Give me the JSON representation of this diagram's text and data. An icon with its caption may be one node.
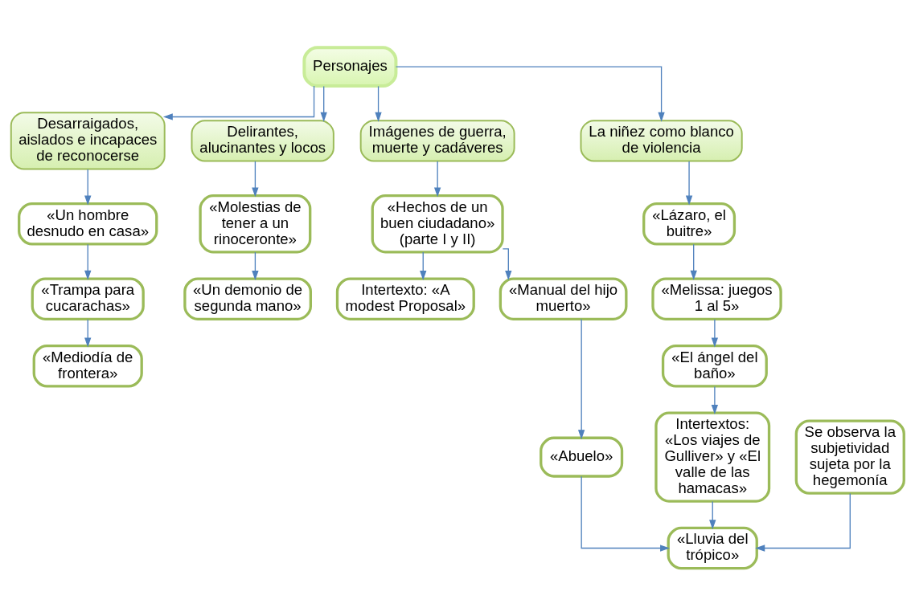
{
  "diagram": {
    "nodes": [
      {
        "text": [
          "Personajes"
        ]
      },
      {
        "text": [
          "Desarraigados, aislados e incapaces de reconocerse"
        ]
      },
      {
        "text": [
          "Delirantes, alucinantes y locos"
        ]
      },
      {
        "text": [
          "Imágenes de guerra, muerte y cadáveres"
        ]
      },
      {
        "text": [
          "La niñez como blanco de violencia"
        ]
      },
      {
        "text": [
          "«Un hombre desnudo en casa»"
        ]
      },
      {
        "text": [
          "«Trampa para cucarachas»"
        ]
      },
      {
        "text": [
          "«Mediodía de frontera»"
        ]
      },
      {
        "text": [
          "«Molestias de tener a un rinoceronte»"
        ]
      },
      {
        "text": [
          "«Un demonio de segunda mano»"
        ]
      },
      {
        "text": [
          "«Hechos de un buen ciudadano» (parte I y II)"
        ]
      },
      {
        "text": [
          "Intertexto: «A modest Proposal»"
        ]
      },
      {
        "text": [
          "«Manual del hijo muerto»"
        ]
      },
      {
        "text": [
          "«Abuelo»"
        ]
      },
      {
        "text": [
          "Se observa la subjetividad sujeta por la hegemonía"
        ]
      },
      {
        "text": [
          "«Lluvia del trópico»"
        ]
      },
      {
        "text": [
          "«Lázaro, el buitre»"
        ]
      },
      {
        "text": [
          "«Melissa: juegos 1 al 5»"
        ]
      },
      {
        "text": [
          "«El ángel del baño»"
        ]
      },
      {
        "text": [
          "Intertextos: «Los viajes de Gulliver» y «El valle de las hamacas»"
        ]
      }
    ],
    "edges": [
      {
        "from": 0,
        "to": 1,
        "arrow": "to"
      },
      {
        "from": 0,
        "to": 2,
        "arrow": "to"
      },
      {
        "from": 0,
        "to": 3,
        "arrow": "to"
      },
      {
        "from": 0,
        "to": 4,
        "arrow": "to"
      },
      {
        "from": 1,
        "to": 5,
        "arrow": "to"
      },
      {
        "from": 5,
        "to": 6,
        "arrow": "to"
      },
      {
        "from": 6,
        "to": 7,
        "arrow": "to"
      },
      {
        "from": 2,
        "to": 8,
        "arrow": "to"
      },
      {
        "from": 8,
        "to": 9,
        "arrow": "to"
      },
      {
        "from": 3,
        "to": 10,
        "arrow": "to"
      },
      {
        "from": 10,
        "to": 11,
        "arrow": "to"
      },
      {
        "from": 10,
        "to": 12,
        "arrow": "to"
      },
      {
        "from": 12,
        "to": 13,
        "arrow": "to"
      },
      {
        "from": 13,
        "to": 15,
        "arrow": "to"
      },
      {
        "from": 14,
        "to": 15,
        "arrow": "to"
      },
      {
        "from": 4,
        "to": 16,
        "arrow": "to"
      },
      {
        "from": 16,
        "to": 17,
        "arrow": "to"
      },
      {
        "from": 17,
        "to": 18,
        "arrow": "to"
      },
      {
        "from": 18,
        "to": 19,
        "arrow": "to"
      },
      {
        "from": 19,
        "to": 15,
        "arrow": "to"
      }
    ]
  }
}
